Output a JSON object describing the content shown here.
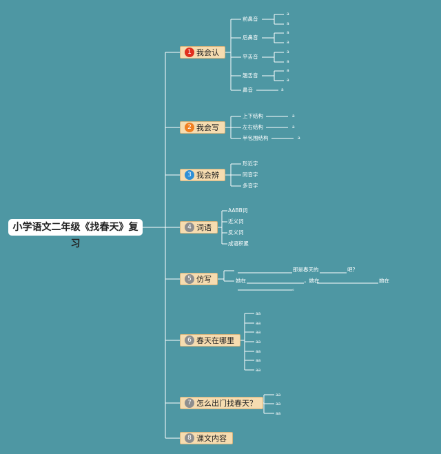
{
  "root": "小学语文二年级《找春天》复习",
  "branches": [
    {
      "num": "1",
      "label": "我会认",
      "color": "#e0301e",
      "children": [
        {
          "label": "前鼻音",
          "leaves": [
            "a",
            "a"
          ]
        },
        {
          "label": "后鼻音",
          "leaves": [
            "a",
            "a"
          ]
        },
        {
          "label": "平舌音",
          "leaves": [
            "a",
            "a"
          ]
        },
        {
          "label": "翘舌音",
          "leaves": [
            "a",
            "a"
          ]
        },
        {
          "label": "鼻音",
          "leaves": [
            "a"
          ]
        }
      ]
    },
    {
      "num": "2",
      "label": "我会写",
      "color": "#f07f21",
      "children": [
        {
          "label": "上下结构",
          "leaves": [
            "a"
          ]
        },
        {
          "label": "左右结构",
          "leaves": [
            "a"
          ]
        },
        {
          "label": "半包围结构",
          "leaves": [
            "a"
          ]
        }
      ]
    },
    {
      "num": "3",
      "label": "我会辨",
      "color": "#2e8fd6",
      "children": [
        {
          "label": "形近字"
        },
        {
          "label": "同音字"
        },
        {
          "label": "多音字"
        }
      ]
    },
    {
      "num": "4",
      "label": "词语",
      "color": "#8e8e8e",
      "children": [
        {
          "label": "AABB词"
        },
        {
          "label": "近义词"
        },
        {
          "label": "反义词"
        },
        {
          "label": "成语积累"
        }
      ]
    },
    {
      "num": "5",
      "label": "仿写",
      "color": "#8e8e8e",
      "children": [
        {
          "label": "那是春天的"
        },
        {
          "label": "吧？"
        },
        {
          "label": "她在"
        },
        {
          "label": "，她在"
        },
        {
          "label": "她在"
        },
        {
          "label": "。"
        }
      ]
    },
    {
      "num": "6",
      "label": "春天在哪里",
      "color": "#8e8e8e",
      "children": [
        {
          "label": "aa"
        },
        {
          "label": "aa"
        },
        {
          "label": "aa"
        },
        {
          "label": "aa"
        },
        {
          "label": "aa"
        },
        {
          "label": "aa"
        },
        {
          "label": "aa"
        }
      ]
    },
    {
      "num": "7",
      "label": "怎么出门找春天？",
      "color": "#8e8e8e",
      "children": [
        {
          "label": "aa"
        },
        {
          "label": "aa"
        },
        {
          "label": "aa"
        }
      ]
    },
    {
      "num": "8",
      "label": "课文内容",
      "color": "#8e8e8e",
      "children": []
    }
  ]
}
